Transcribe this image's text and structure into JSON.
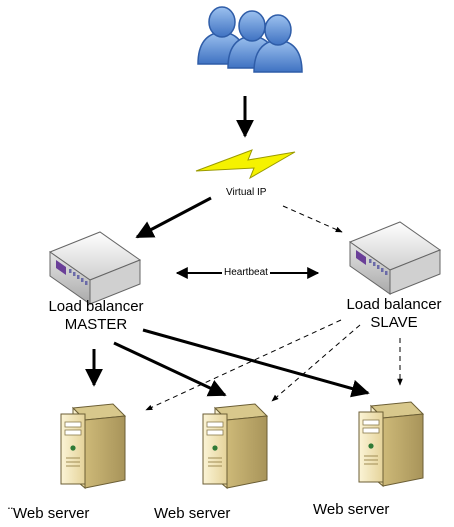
{
  "nodes": {
    "users": {
      "icon": "users-group-icon"
    },
    "virtual_ip": {
      "icon": "lightning-bolt-icon",
      "label": "Virtual IP"
    },
    "heartbeat": {
      "label": "Heartbeat"
    },
    "lb_master": {
      "icon": "load-balancer-icon",
      "line1": "Load balancer",
      "line2": "MASTER"
    },
    "lb_slave": {
      "icon": "load-balancer-icon",
      "line1": "Load balancer",
      "line2": "SLAVE"
    },
    "web_servers": [
      {
        "icon": "server-tower-icon",
        "label": "¨Web server"
      },
      {
        "icon": "server-tower-icon",
        "label": "Web server"
      },
      {
        "icon": "server-tower-icon",
        "label": "Web server"
      }
    ]
  },
  "colors": {
    "users_fill": "#5b8fd6",
    "bolt_fill": "#f5f200",
    "device_panel": "#6a3f98",
    "server_body": "#efe2b0"
  }
}
